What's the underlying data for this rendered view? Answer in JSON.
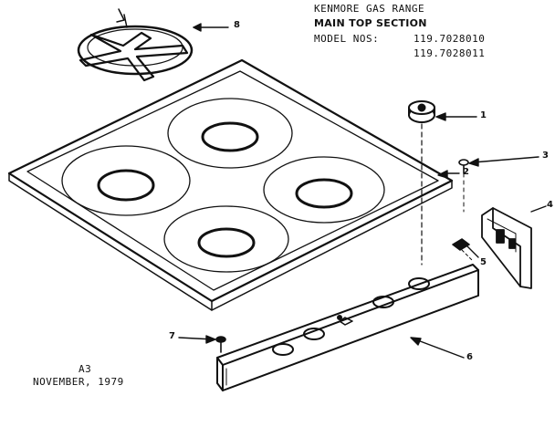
{
  "header": {
    "brand_line": "KENMORE GAS RANGE",
    "section_title": "MAIN TOP SECTION",
    "model_label": "MODEL NOS:",
    "model_numbers": [
      "119.7028010",
      "119.7028011"
    ]
  },
  "footer": {
    "page_code": "A3",
    "date": "NOVEMBER, 1979"
  },
  "callouts": [
    {
      "number": "1",
      "part": "burner-knob"
    },
    {
      "number": "2",
      "part": "main-top"
    },
    {
      "number": "3",
      "part": "screw"
    },
    {
      "number": "4",
      "part": "bracket"
    },
    {
      "number": "5",
      "part": "clip"
    },
    {
      "number": "6",
      "part": "control-panel"
    },
    {
      "number": "7",
      "part": "screw"
    },
    {
      "number": "8",
      "part": "grate"
    }
  ],
  "colors": {
    "ink": "#111111",
    "paper": "#ffffff"
  }
}
